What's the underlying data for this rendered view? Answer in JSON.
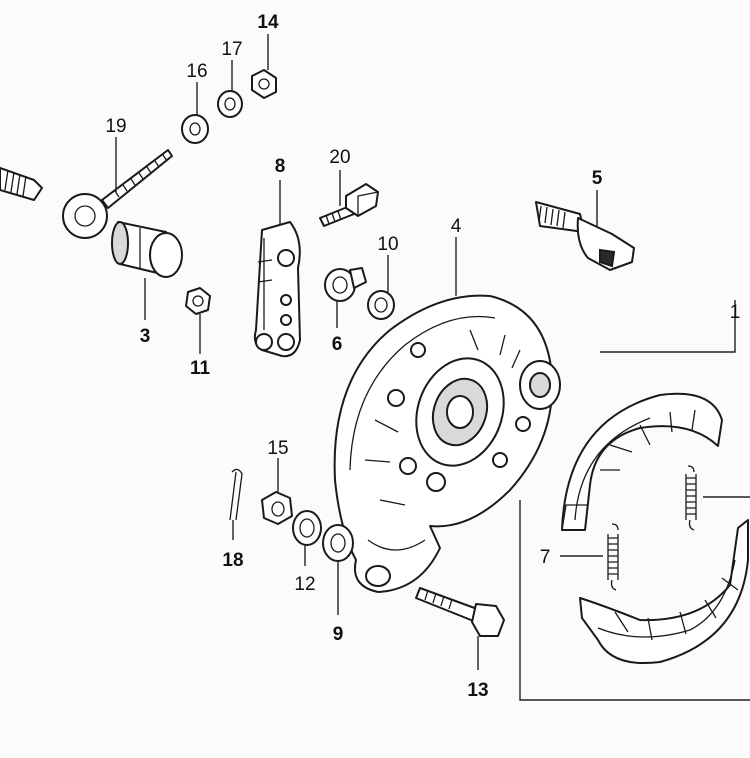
{
  "diagram": {
    "parts": [
      {
        "id": "p1",
        "label": "1"
      },
      {
        "id": "p3",
        "label": "3"
      },
      {
        "id": "p4",
        "label": "4"
      },
      {
        "id": "p5",
        "label": "5"
      },
      {
        "id": "p6",
        "label": "6"
      },
      {
        "id": "p7",
        "label": "7"
      },
      {
        "id": "p8",
        "label": "8"
      },
      {
        "id": "p9",
        "label": "9"
      },
      {
        "id": "p10",
        "label": "10"
      },
      {
        "id": "p11",
        "label": "11"
      },
      {
        "id": "p12",
        "label": "12"
      },
      {
        "id": "p13",
        "label": "13"
      },
      {
        "id": "p14",
        "label": "14"
      },
      {
        "id": "p15",
        "label": "15"
      },
      {
        "id": "p16",
        "label": "16"
      },
      {
        "id": "p17",
        "label": "17"
      },
      {
        "id": "p18",
        "label": "18"
      },
      {
        "id": "p19",
        "label": "19"
      },
      {
        "id": "p20",
        "label": "20"
      }
    ]
  }
}
